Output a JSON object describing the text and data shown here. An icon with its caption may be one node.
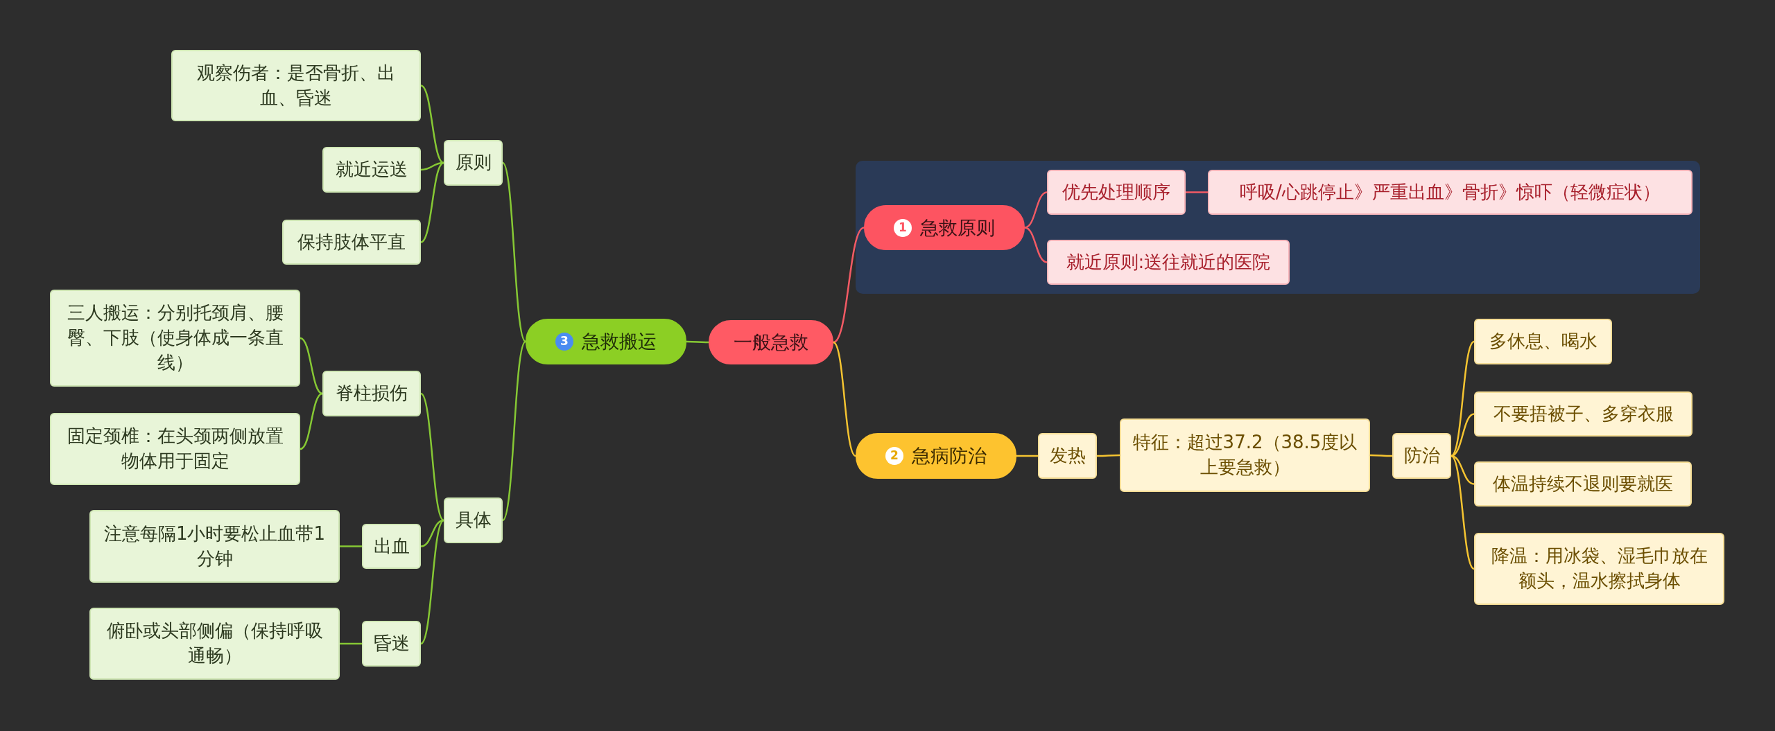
{
  "diagram": {
    "nodes": [
      {
        "text": [
          "一般急救"
        ]
      },
      {
        "text": [],
        "shape": "box"
      },
      {
        "text": [
          "1",
          "急救原则"
        ],
        "in": 1
      },
      {
        "text": [
          "优先处理顺序"
        ],
        "in": 1
      },
      {
        "text": [
          "呼吸/心跳停止》严重出血》骨折》惊吓（轻微症状）"
        ],
        "in": 1
      },
      {
        "text": [
          "就近原则:送往就近的医院"
        ],
        "in": 1
      },
      {
        "text": [
          "2",
          "急病防治"
        ]
      },
      {
        "text": [
          "发热"
        ]
      },
      {
        "text": [
          "特征：超过37.2（38.5度以上要急救）"
        ]
      },
      {
        "text": [
          "防治"
        ]
      },
      {
        "text": [
          "多休息、喝水"
        ]
      },
      {
        "text": [
          "不要捂被子、多穿衣服"
        ]
      },
      {
        "text": [
          "体温持续不退则要就医"
        ]
      },
      {
        "text": [
          "降温：用冰袋、湿毛巾放在额头，温水擦拭身体"
        ]
      },
      {
        "text": [
          "3",
          "急救搬运"
        ]
      },
      {
        "text": [
          "原则"
        ]
      },
      {
        "text": [
          "观察伤者：是否骨折、出血、昏迷"
        ]
      },
      {
        "text": [
          "就近运送"
        ]
      },
      {
        "text": [
          "保持肢体平直"
        ]
      },
      {
        "text": [
          "具体"
        ]
      },
      {
        "text": [
          "脊柱损伤"
        ]
      },
      {
        "text": [
          "三人搬运：分别托颈肩、腰臀、下肢（使身体成一条直线）"
        ]
      },
      {
        "text": [
          "固定颈椎：在头颈两侧放置物体用于固定"
        ]
      },
      {
        "text": [
          "出血"
        ]
      },
      {
        "text": [
          "注意每隔1小时要松止血带1分钟"
        ]
      },
      {
        "text": [
          "昏迷"
        ]
      },
      {
        "text": [
          "俯卧或头部侧偏（保持呼吸通畅）"
        ]
      }
    ],
    "edges": [
      {
        "from": 0,
        "to": 2,
        "arrow": "none",
        "color": "#f25a64"
      },
      {
        "from": 2,
        "to": 3,
        "arrow": "none",
        "color": "#f25a64"
      },
      {
        "from": 3,
        "to": 4,
        "arrow": "none",
        "color": "#f25a64"
      },
      {
        "from": 2,
        "to": 5,
        "arrow": "none",
        "color": "#f25a64"
      },
      {
        "from": 0,
        "to": 6,
        "arrow": "none",
        "color": "#f5c431"
      },
      {
        "from": 6,
        "to": 7,
        "arrow": "none",
        "color": "#f5c431"
      },
      {
        "from": 7,
        "to": 8,
        "arrow": "none",
        "color": "#f5c431"
      },
      {
        "from": 8,
        "to": 9,
        "arrow": "none",
        "color": "#f5c431"
      },
      {
        "from": 9,
        "to": 10,
        "arrow": "none",
        "color": "#f5c431"
      },
      {
        "from": 9,
        "to": 11,
        "arrow": "none",
        "color": "#f5c431"
      },
      {
        "from": 9,
        "to": 12,
        "arrow": "none",
        "color": "#f5c431"
      },
      {
        "from": 9,
        "to": 13,
        "arrow": "none",
        "color": "#f5c431"
      },
      {
        "from": 0,
        "to": 14,
        "arrow": "none",
        "color": "#86c834"
      },
      {
        "from": 14,
        "to": 15,
        "arrow": "none",
        "color": "#86c834"
      },
      {
        "from": 15,
        "to": 16,
        "arrow": "none",
        "color": "#86c834"
      },
      {
        "from": 15,
        "to": 17,
        "arrow": "none",
        "color": "#86c834"
      },
      {
        "from": 15,
        "to": 18,
        "arrow": "none",
        "color": "#86c834"
      },
      {
        "from": 14,
        "to": 19,
        "arrow": "none",
        "color": "#86c834"
      },
      {
        "from": 19,
        "to": 20,
        "arrow": "none",
        "color": "#86c834"
      },
      {
        "from": 20,
        "to": 21,
        "arrow": "none",
        "color": "#86c834"
      },
      {
        "from": 20,
        "to": 22,
        "arrow": "none",
        "color": "#86c834"
      },
      {
        "from": 19,
        "to": 23,
        "arrow": "none",
        "color": "#86c834"
      },
      {
        "from": 23,
        "to": 24,
        "arrow": "none",
        "color": "#86c834"
      },
      {
        "from": 19,
        "to": 25,
        "arrow": "none",
        "color": "#86c834"
      },
      {
        "from": 25,
        "to": 26,
        "arrow": "none",
        "color": "#86c834"
      }
    ]
  }
}
